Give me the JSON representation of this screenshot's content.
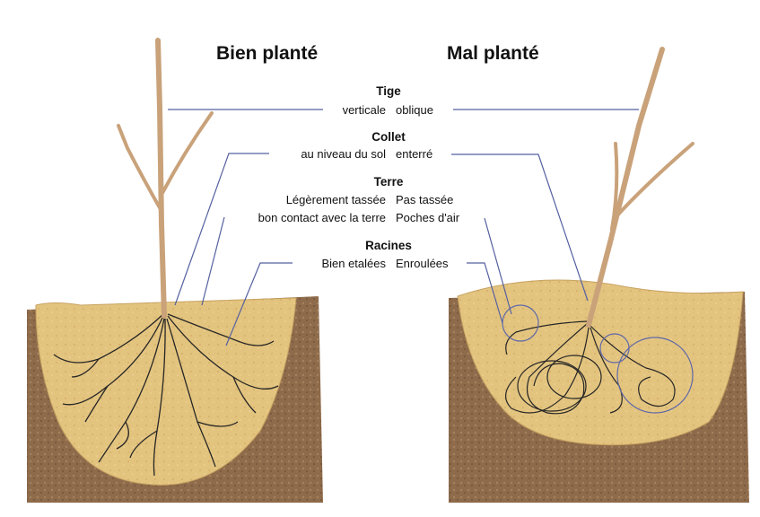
{
  "headings": {
    "left": "Bien planté",
    "right": "Mal planté"
  },
  "sections": [
    {
      "title": "Tige",
      "good": [
        "verticale"
      ],
      "bad": [
        "oblique"
      ]
    },
    {
      "title": "Collet",
      "good": [
        "au niveau du sol"
      ],
      "bad": [
        "enterré"
      ]
    },
    {
      "title": "Terre",
      "good": [
        "Légèrement tassée",
        "bon contact avec la terre"
      ],
      "bad": [
        "Pas tassée",
        "Poches d'air"
      ]
    },
    {
      "title": "Racines",
      "good": [
        "Bien etalées"
      ],
      "bad": [
        "Enroulées"
      ]
    }
  ],
  "colors": {
    "soil_dark": "#8b6a4a",
    "soil_fill": "#e2c27e",
    "stem": "#c9a27a",
    "leader_line": "#5560a0",
    "root": "#2a2a2a"
  }
}
